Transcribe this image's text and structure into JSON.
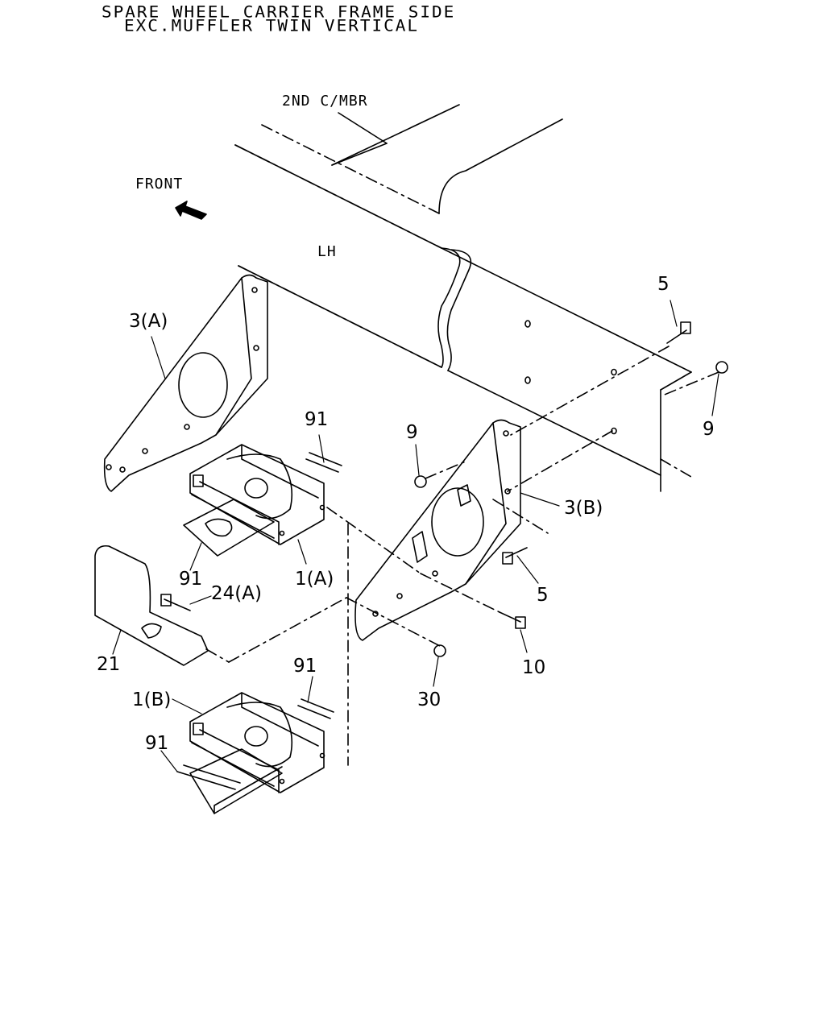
{
  "title": {
    "line1": "SPARE WHEEL CARRIER FRAME SIDE",
    "line2": "EXC.MUFFLER TWIN VERTICAL"
  },
  "annotations": {
    "crossmember": "2ND C/MBR",
    "front": "FRONT",
    "side": "LH"
  },
  "callouts": {
    "c_5_top": "5",
    "c_9_right": "9",
    "c_3a": "3(A)",
    "c_91_top": "91",
    "c_9_mid": "9",
    "c_3b": "3(B)",
    "c_5_mid": "5",
    "c_1a": "1(A)",
    "c_91_left": "91",
    "c_24a": "24(A)",
    "c_21": "21",
    "c_10": "10",
    "c_91_lower": "91",
    "c_1b": "1(B)",
    "c_30": "30",
    "c_91_bottom": "91"
  },
  "colors": {
    "ink": "#000000",
    "paper": "#ffffff"
  }
}
